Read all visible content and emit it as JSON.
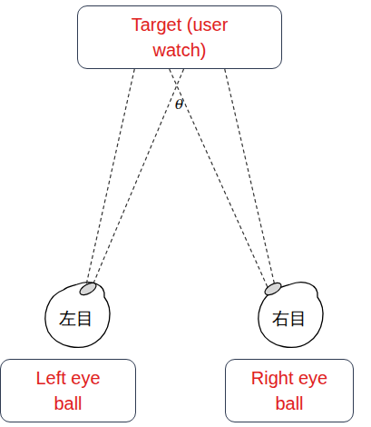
{
  "diagram": {
    "nodes": [
      {
        "text": [
          "Target (user watch)"
        ]
      },
      {
        "text": [
          "左目"
        ]
      },
      {
        "text": [
          "右目"
        ]
      },
      {
        "text": [
          "Left eye ball"
        ]
      },
      {
        "text": [
          "Right eye ball"
        ]
      }
    ],
    "edges": [
      {
        "from": 0,
        "to": 1,
        "arrow": "none"
      },
      {
        "from": 0,
        "to": 2,
        "arrow": "none"
      }
    ],
    "labels": [
      "θ"
    ]
  }
}
